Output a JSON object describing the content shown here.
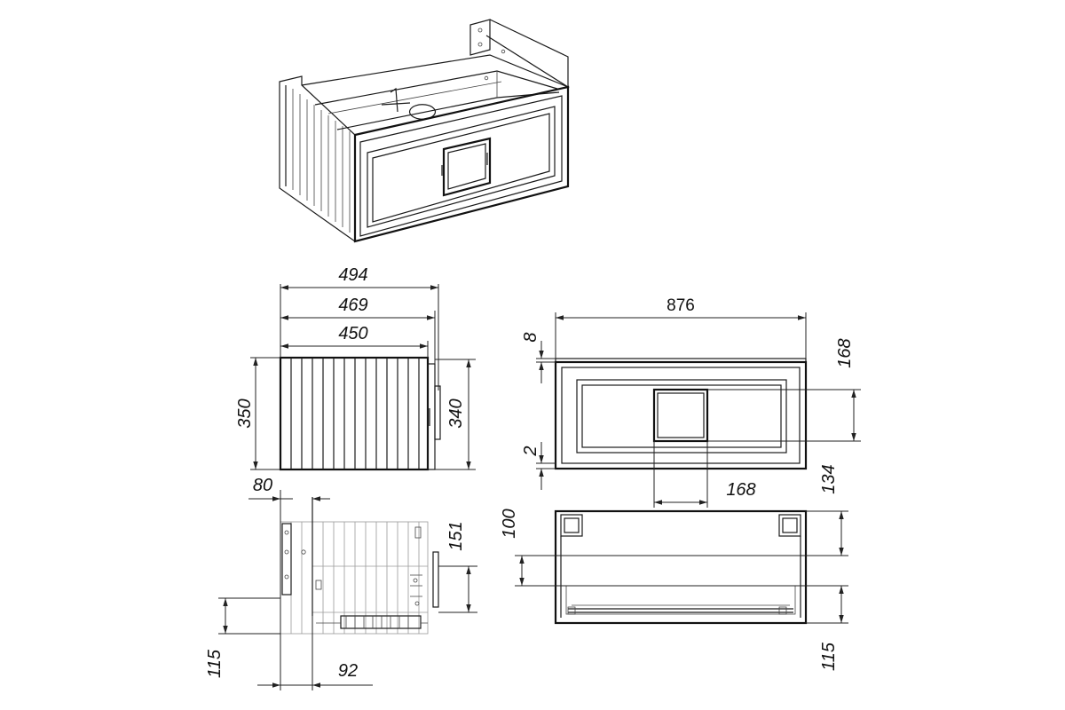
{
  "drawing": {
    "dimensions": {
      "top_width_494": "494",
      "top_width_469": "469",
      "top_width_450": "450",
      "side_height_350": "350",
      "side_height_340": "340",
      "front_width_876": "876",
      "front_top_gap_8": "8",
      "front_bottom_gap_2": "2",
      "front_handle_height_168": "168",
      "front_handle_width_168": "168",
      "back_offset_80": "80",
      "back_height_151": "151",
      "back_offset_115": "115",
      "back_width_92": "92",
      "top_view_134": "134",
      "top_view_100": "100",
      "top_view_115": "115"
    }
  }
}
